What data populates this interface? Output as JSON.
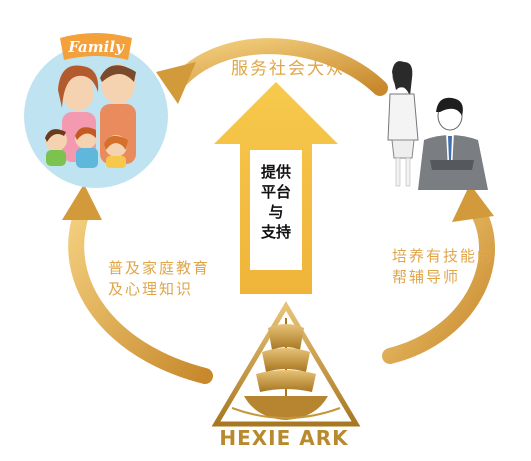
{
  "diagram": {
    "top_arrow_label": "服务社会大众",
    "left_arrow_label": "普及家庭教育及心理知识",
    "right_arrow_label": "培养有技能的帮辅导师",
    "center_arrow_label": "提供\n平台\n与\n支持",
    "family_badge": "Family",
    "brand_name": "HEXIE ARK"
  },
  "colors": {
    "arrow_gold": "#e8b452",
    "text_gold": "#e0a64a",
    "circle_bg": "#bfe3f0",
    "center_arrow": "#f0bd3f",
    "logo_gold": "#c4973a"
  },
  "icons": [
    "family-illustration",
    "professionals-illustration",
    "ship-logo"
  ]
}
